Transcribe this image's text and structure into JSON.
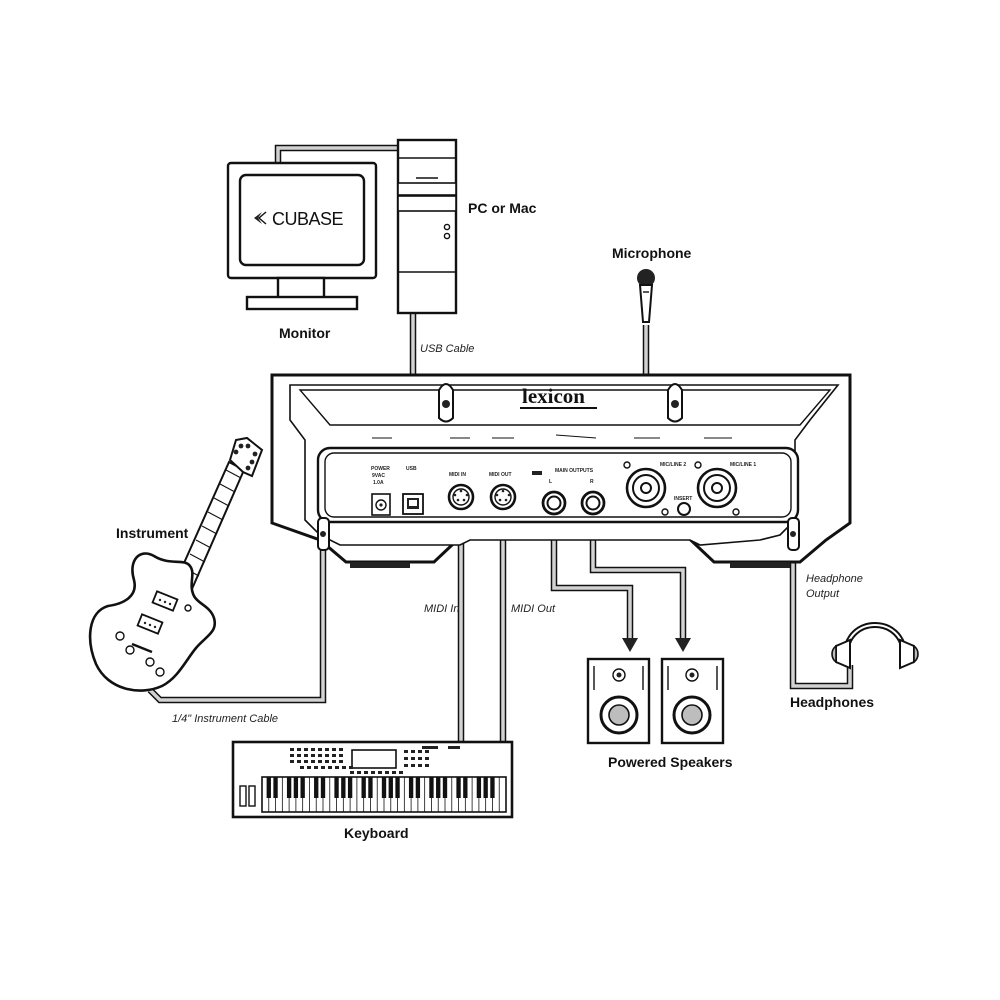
{
  "labels": {
    "pc": "PC or Mac",
    "monitor": "Monitor",
    "screen_brand": "CUBASE",
    "microphone": "Microphone",
    "interface_brand": "lexicon",
    "instrument": "Instrument",
    "usb_cable": "USB Cable",
    "midi_in": "MIDI In",
    "midi_out": "MIDI Out",
    "instrument_cable": "1/4\" Instrument Cable",
    "headphone_output_line1": "Headphone",
    "headphone_output_line2": "Output",
    "headphones": "Headphones",
    "powered_speakers": "Powered Speakers",
    "keyboard": "Keyboard"
  },
  "panel": {
    "power": [
      "POWER",
      "9VAC",
      "1.0A"
    ],
    "usb": "USB",
    "midi_in": "MIDI IN",
    "midi_out": "MIDI OUT",
    "main_outputs": "MAIN OUTPUTS",
    "main_l": "L",
    "main_r": "R",
    "mic_line_2": "MIC/LINE 2",
    "mic_line_1": "MIC/LINE 1",
    "insert": "INSERT"
  }
}
